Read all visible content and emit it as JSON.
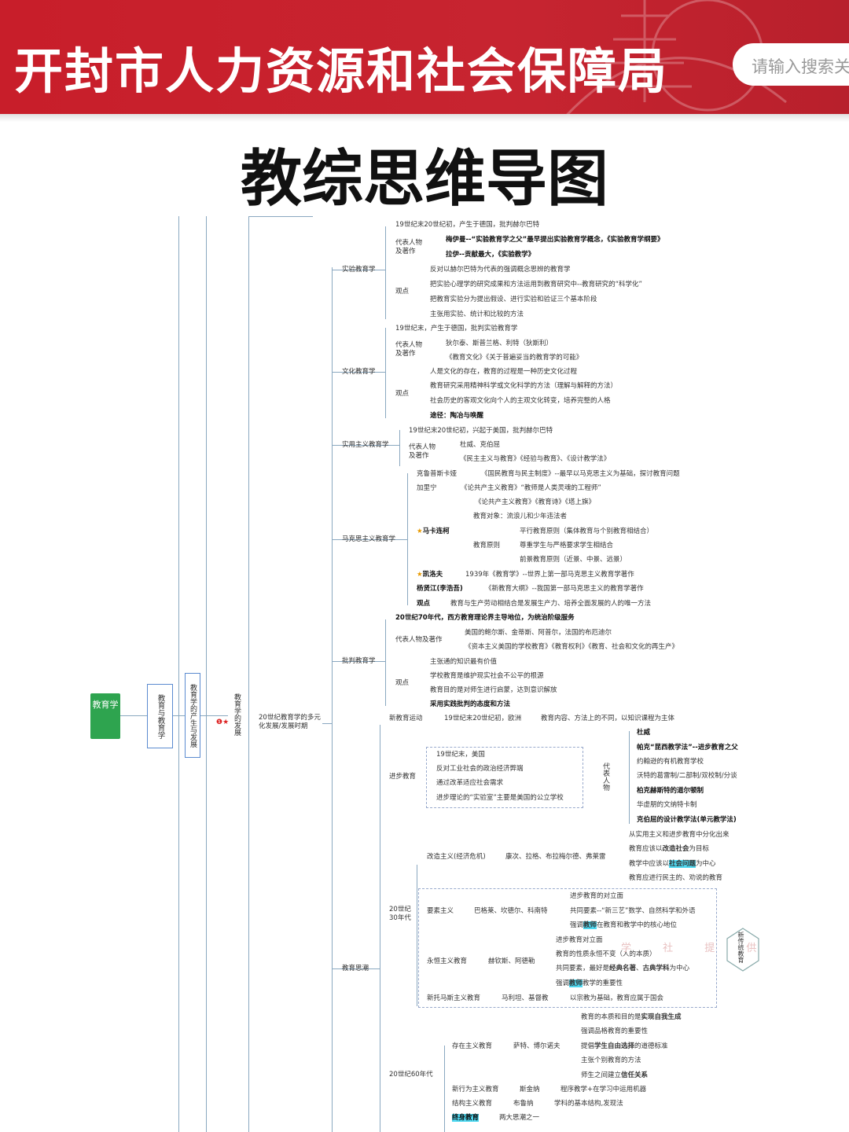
{
  "header": {
    "site_title": "开封市人力资源和社会保障局",
    "search_placeholder": "请输入搜索关"
  },
  "page_title": "教综思维导图",
  "mindmap": {
    "root": "教育学",
    "level1": "教育与教育学",
    "level2": "教育学的产生与发展",
    "level3": "教育学的发展",
    "level4": "20世纪教育学的多元化发展/发展时期",
    "experimental": {
      "label": "实验教育学",
      "origin": "19世纪末20世纪初，产生于德国，批判赫尔巴特",
      "rep_label": "代表人物及著作",
      "rep1": "梅伊曼--“实验教育学之父”最早提出实验教育学概念，《实验教育学纲要》",
      "rep2": "拉伊--贡献最大，《实验教学》",
      "view_label": "观点",
      "views": [
        "反对以赫尔巴特为代表的强调概念思辨的教育学",
        "把实验心理学的研究成果和方法运用到教育研究中--教育研究的“科学化”",
        "把教育实验分为提出假设、进行实验和验证三个基本阶段",
        "主张用实验、统计和比较的方法"
      ]
    },
    "cultural": {
      "label": "文化教育学",
      "origin": "19世纪末，产生于德国，批判实验教育学",
      "rep_label": "代表人物及著作",
      "rep1": "狄尔泰、斯普兰格、利特（狄斯利）",
      "rep2": "《教育文化》《关于普遍妥当的教育学的可能》",
      "view_label": "观点",
      "views": [
        "人是文化的存在，教育的过程是一种历史文化过程",
        "教育研究采用精神科学或文化科学的方法（理解与解释的方法）",
        "社会历史的客观文化向个人的主观文化转变，培养完整的人格",
        "途径：陶冶与唤醒"
      ]
    },
    "pragmatic": {
      "label": "实用主义教育学",
      "origin": "19世纪末20世纪初，兴起于美国，批判赫尔巴特",
      "rep_label": "代表人物及著作",
      "rep1": "杜威、克伯屈",
      "rep2": "《民主主义与教育》《经验与教育》、《设计教学法》"
    },
    "marxist": {
      "label": "马克思主义教育学",
      "krupskaya": "克鲁普斯卡娅",
      "krupskaya_work": "《国民教育与民主制度》--最早以马克思主义为基础，探讨教育问题",
      "kalinin": "加里宁",
      "kalinin_work": "《论共产主义教育》“教师是人类灵魂的工程师”",
      "makarenko": "马卡连柯",
      "mak_works": "《论共产主义教育》《教育诗》《塔上旗》",
      "mak_object": "教育对象：流浪儿和少年违法者",
      "mak_principle_label": "教育原则",
      "mak_principles": [
        "平行教育原则（集体教育与个别教育相结合）",
        "尊重学生与严格要求学生相结合",
        "前景教育原则（近景、中景、远景）"
      ],
      "kairov": "凯洛夫",
      "kairov_work": "1939年《教育学》--世界上第一部马克思主义教育学著作",
      "yang": "杨贤江(李浩吾)",
      "yang_work": "《新教育大纲》--我国第一部马克思主义的教育学著作",
      "view_label": "观点",
      "view": "教育与生产劳动相结合是发展生产力、培养全面发展的人的唯一方法"
    },
    "critical": {
      "label": "批判教育学",
      "origin": "20世纪70年代，西方教育理论界主导地位，为统治阶级服务",
      "rep_label": "代表人物及著作",
      "rep1": "美国的鲍尔斯、金蒂斯、阿普尔，法国的布厄迪尔",
      "rep2": "《资本主义美国的学校教育》《教育权利》《教育、社会和文化的再生产》",
      "view_label": "观点",
      "views": [
        "主张通的知识最有价值",
        "学校教育是维护现实社会不公平的根源",
        "教育目的是对师生进行启蒙，达到意识解放",
        "采用实践批判的态度和方法"
      ]
    },
    "trends": {
      "label": "教育思潮",
      "new_edu": "新教育运动",
      "new_edu_origin": "19世纪末20世纪初，欧洲",
      "new_edu_note": "教育内容、方法上的不同，以知识课程为主体",
      "progressive": "进步教育",
      "prog_items": [
        "19世纪末，美国",
        "反对工业社会的政治经济弊端",
        "通过改革适应社会需求",
        "进步理论的“实验室”主要是美国的公立学校"
      ],
      "rep_vertical": "代表人物",
      "prog_reps": [
        "杜威",
        "帕克“昆西教学法”--进步教育之父",
        "约翰逊的有机教育学校",
        "沃特的葛雷制/二部制/双校制/分谈",
        "柏克赫斯特的道尔顿制",
        "华虚朋的文纳特卡制",
        "克伯屈的设计教学法(单元教学法)"
      ],
      "c30_label": "20世纪30年代",
      "reconstruction": "改造主义(经济危机)",
      "reconstruction_reps": "康次、拉格、布拉梅尔德、弗莱雷",
      "reconstruction_views": [
        "从实用主义和进步教育中分化出来",
        "教育应该以改造社会为目标",
        "教学中应该以社会问题为中心",
        "教育应进行民主的、劝说的教育"
      ],
      "essentialism": "要素主义",
      "essentialism_reps": "巴格莱、坎德尔、科南特",
      "essentialism_views": [
        "进步教育的对立面",
        "共同要素--“新三艺”数学、自然科学和外语",
        "强调教师在教育和教学中的核心地位"
      ],
      "perennialism": "永恒主义教育",
      "perennialism_reps": "赫钦斯、阿德勒",
      "perennialism_views": [
        "进步教育对立面",
        "教育的性质永恒不变（人的本质）",
        "共同要素，最好是经典名著、古典学科为中心",
        "强调教师教学的重要性"
      ],
      "neothomism": "新托马斯主义教育",
      "neothomism_reps": "马利坦、基督教",
      "neothomism_view": "以宗教为基础，教育应属于国会",
      "traditional_vertical": "新传统教育",
      "c60_label": "20世纪60年代",
      "existentialism": "存在主义教育",
      "existentialism_reps": "萨特、博尔诺夫",
      "existentialism_views": [
        "教育的本质和目的是实现自我生成",
        "强调品格教育的重要性",
        "提倡学生自由选择的道德标准",
        "主张个别教育的方法",
        "师生之间建立信任关系"
      ],
      "neobehaviorism": "新行为主义教育",
      "neobehaviorism_reps": "斯金纳",
      "neobehaviorism_view": "程序教学+在学习中运用机器",
      "structuralism": "结构主义教育",
      "structuralism_reps": "布鲁纳",
      "structuralism_view": "学科的基本结构,发现法",
      "lifelong": "终身教育",
      "lifelong_note": "两大思潮之一"
    },
    "watermark": "学 社 提 供"
  }
}
